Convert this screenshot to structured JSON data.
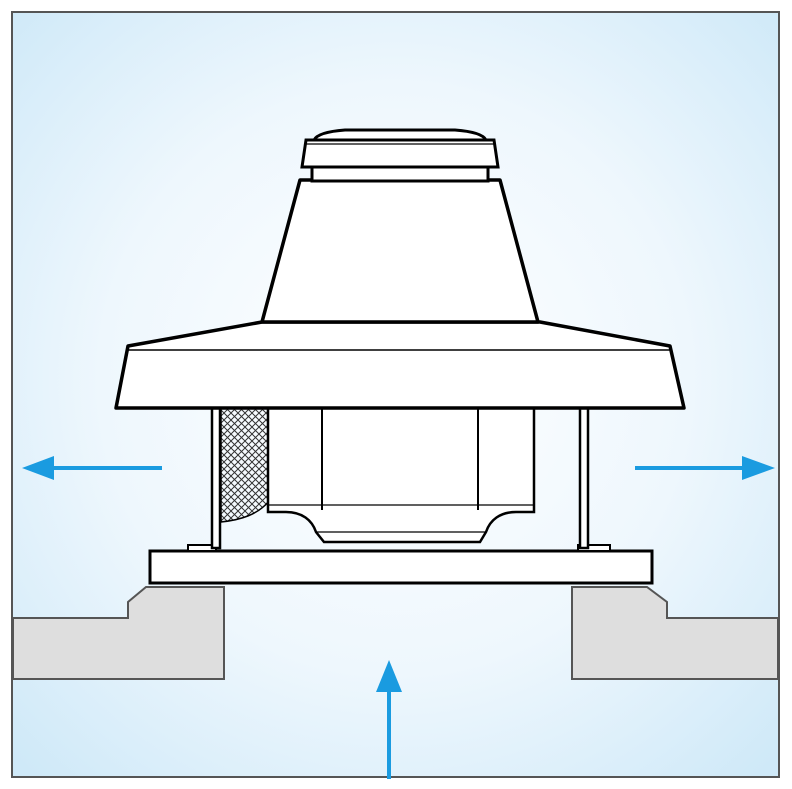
{
  "diagram": {
    "subject": "roof-mounted-centrifugal-exhaust-fan",
    "colors": {
      "background_center": "#ffffff",
      "background_edge": "#cfe9f8",
      "frame": "#555555",
      "outline": "#000000",
      "body_fill": "#ffffff",
      "concrete_fill": "#dedede",
      "arrow": "#1a9be0",
      "mesh": "#333333"
    },
    "airflow": [
      {
        "id": "intake",
        "direction": "up"
      },
      {
        "id": "exhaust-left",
        "direction": "left"
      },
      {
        "id": "exhaust-right",
        "direction": "right"
      }
    ],
    "icons": [
      "arrow-up-icon",
      "arrow-left-icon",
      "arrow-right-icon"
    ]
  }
}
